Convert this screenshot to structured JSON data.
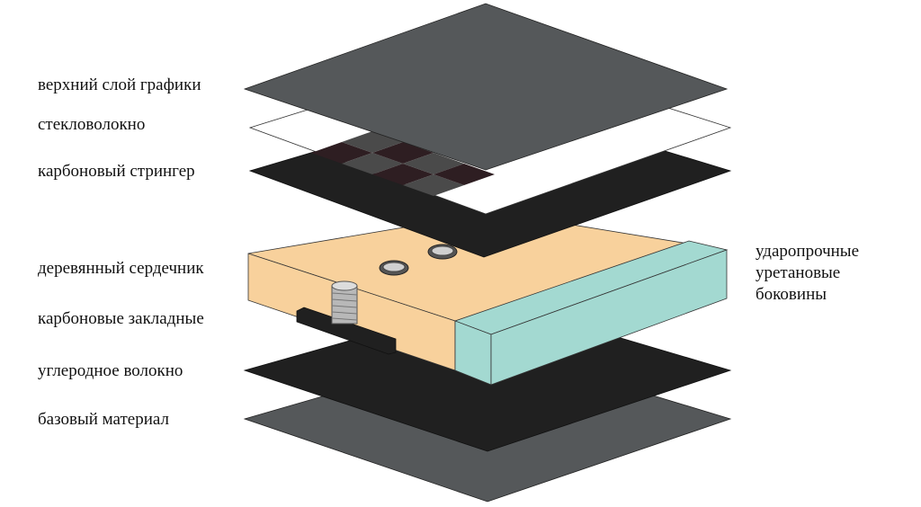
{
  "labels": {
    "top_graphics": "верхний слой графики",
    "fiberglass": "стекловолокно",
    "carbon_stringer": "карбоновый стрингер",
    "wood_core": "деревянный сердечник",
    "carbon_inserts": "карбоновые закладные",
    "carbon_fiber": "углеродное волокно",
    "base_material": "базовый материал",
    "sidewalls": [
      "ударопрочные",
      "уретановые",
      "боковины"
    ]
  },
  "colors": {
    "top_sheet": "#55585a",
    "fiberglass_fill": "#ffffff",
    "fiberglass_stroke": "#333333",
    "carbon_dark": "#202020",
    "checker_light": "#4a4a4a",
    "checker_brown": "#2e1e22",
    "wood_top": "#f8d19c",
    "wood_side": "#f8d19c",
    "sidewall_top": "#a3d9d1",
    "sidewall_side": "#a3d9d1",
    "insert_metal": "#b8b8b8",
    "base": "#55585a"
  }
}
